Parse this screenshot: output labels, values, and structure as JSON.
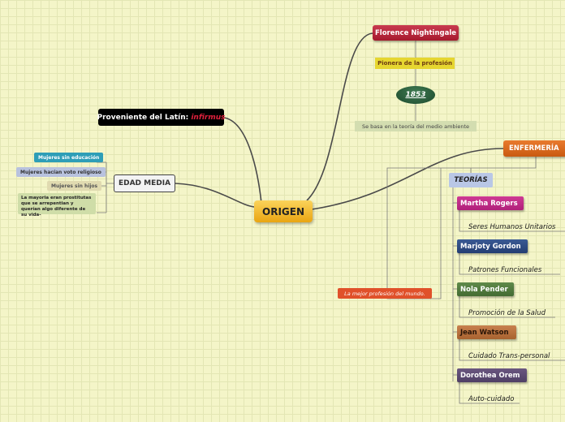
{
  "central": {
    "label": "ORIGEN"
  },
  "latin": {
    "prefix": "Proveniente del Latín:",
    "word": "infirmus"
  },
  "edad_media": {
    "label": "EDAD MEDIA",
    "items": [
      "Mujeres sin educación",
      "Mujeres hacían voto religioso",
      "Mujeres sin hijos",
      "La mayoria eran prostitutas que se arrepentian y querían algo diferente de su vida-"
    ]
  },
  "florence": {
    "label": "Florence Nightingale",
    "pionera": "Pionera de la profesión",
    "year": "1853",
    "basa": "Se basa en la teoría del medio ambiente"
  },
  "enfermeria": {
    "label": "ENFERMERÍA",
    "mejor": "La mejor profesión del mundo.",
    "teorias": {
      "label": "TEORÍAS",
      "theorists": [
        {
          "name": "Martha Rogers",
          "concept": "Seres Humanos Unitarios",
          "color": "#c02a86"
        },
        {
          "name": "Marjoty Gordon",
          "concept": "Patrones Funcionales",
          "color": "#2f4a82"
        },
        {
          "name": "Nola Pender",
          "concept": "Promoción de la Salud",
          "color": "#4f7a3c"
        },
        {
          "name": "Jean Watson",
          "concept": "Cuidado Trans-personal",
          "color": "#b8703d"
        },
        {
          "name": "Dorothea Orem",
          "concept": "Auto-cuidado",
          "color": "#5c4a73"
        }
      ]
    }
  },
  "colors": {
    "central": "#f0b323",
    "florence": "#b82236",
    "enfermeria": "#d9681c",
    "teorias": "#b9c7e6",
    "line": "#555555"
  }
}
